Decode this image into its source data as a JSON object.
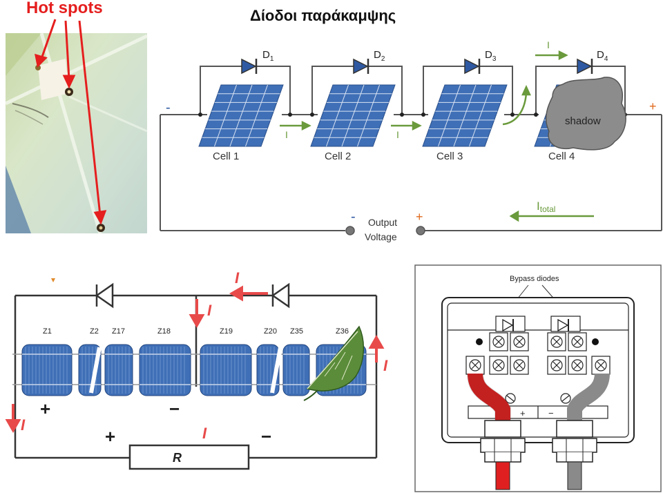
{
  "hot_spots": {
    "title": "Hot spots"
  },
  "title": "Δίοδοι παράκαμψης",
  "string_diagram": {
    "minus": "-",
    "plus": "+",
    "cells": [
      "Cell 1",
      "Cell 2",
      "Cell 3",
      "Cell 4"
    ],
    "diodes": [
      "D",
      "D",
      "D",
      "D"
    ],
    "diode_subs": [
      "1",
      "2",
      "3",
      "4"
    ],
    "current": "I",
    "shadow": "shadow",
    "itotal": "I",
    "itotal_sub": "total",
    "output_line1": "Output",
    "output_line2": "Voltage",
    "out_minus": "-",
    "out_plus": "+"
  },
  "panel_diagram": {
    "zones": [
      "Z1",
      "Z2",
      "Z17",
      "Z18",
      "Z19",
      "Z20",
      "Z35",
      "Z36"
    ],
    "current": "I",
    "resistor": "R",
    "plus": "+",
    "minus": "−"
  },
  "junction_box": {
    "label": "Bypass diodes",
    "plus": "+",
    "minus": "−"
  },
  "colors": {
    "red": "#e51e1e",
    "cell_blue": "#3f6fb6",
    "arrow_green": "#6a9a3c",
    "leaf_green": "#5b8c3a",
    "wire_red": "#e02020",
    "wire_grey": "#8a8a8a"
  }
}
